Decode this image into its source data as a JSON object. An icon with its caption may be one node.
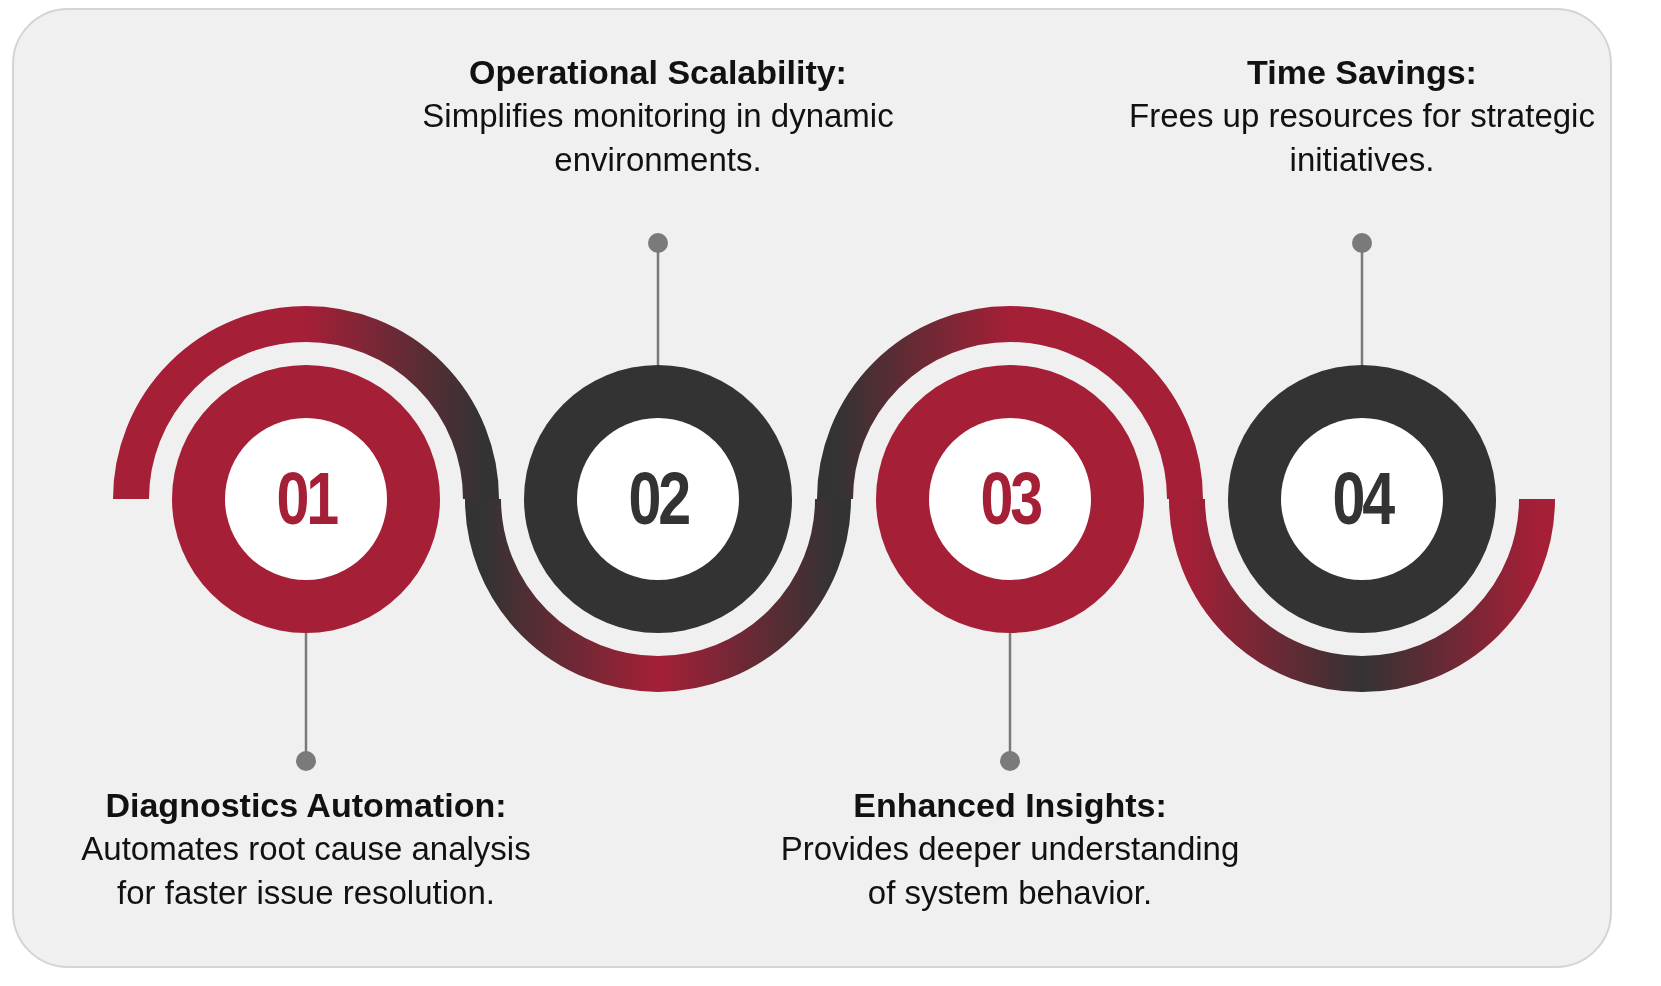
{
  "diagram": {
    "nodes": [
      {
        "text": [
          "Operational Scalability:",
          "Simplifies monitoring in dynamic environments."
        ]
      },
      {
        "text": [
          "Time Savings:",
          "Frees up resources for strategic initiatives."
        ]
      },
      {
        "text": [
          "01"
        ]
      },
      {
        "text": [
          "02"
        ]
      },
      {
        "text": [
          "03"
        ]
      },
      {
        "text": [
          "04"
        ]
      },
      {
        "text": [
          "Diagnostics Automation:",
          "Automates root cause analysis for faster issue resolution."
        ]
      },
      {
        "text": [
          "Enhanced Insights:",
          "Provides deeper understanding of system behavior."
        ]
      }
    ],
    "edges": [
      {
        "from": 0,
        "to": 3,
        "arrow": "other"
      },
      {
        "from": 1,
        "to": 5,
        "arrow": "other"
      },
      {
        "from": 6,
        "to": 2,
        "arrow": "other"
      },
      {
        "from": 7,
        "to": 4,
        "arrow": "other"
      }
    ]
  }
}
